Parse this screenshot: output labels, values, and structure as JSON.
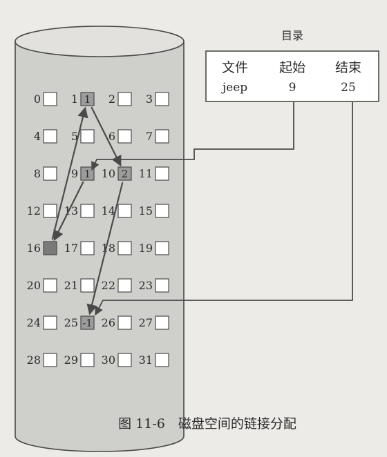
{
  "directory": {
    "title": "目录",
    "headers": [
      "文件",
      "起始",
      "结束"
    ],
    "row": [
      "jeep",
      "9",
      "25"
    ]
  },
  "blocks": [
    {
      "num": "0"
    },
    {
      "num": "1",
      "state": "used",
      "content": "1"
    },
    {
      "num": "2"
    },
    {
      "num": "3"
    },
    {
      "num": "4"
    },
    {
      "num": "5"
    },
    {
      "num": "6"
    },
    {
      "num": "7"
    },
    {
      "num": "8"
    },
    {
      "num": "9",
      "state": "used",
      "content": "1"
    },
    {
      "num": "10",
      "state": "used",
      "content": "2"
    },
    {
      "num": "11"
    },
    {
      "num": "12"
    },
    {
      "num": "13"
    },
    {
      "num": "14"
    },
    {
      "num": "15"
    },
    {
      "num": "16",
      "state": "used-dark"
    },
    {
      "num": "17"
    },
    {
      "num": "18"
    },
    {
      "num": "19"
    },
    {
      "num": "20"
    },
    {
      "num": "21"
    },
    {
      "num": "22"
    },
    {
      "num": "23"
    },
    {
      "num": "24"
    },
    {
      "num": "25",
      "state": "used",
      "content": "-1"
    },
    {
      "num": "26"
    },
    {
      "num": "27"
    },
    {
      "num": "28"
    },
    {
      "num": "29"
    },
    {
      "num": "30"
    },
    {
      "num": "31"
    }
  ],
  "chain": [
    "9",
    "16",
    "1",
    "10",
    "25"
  ],
  "caption": "图 11-6　磁盘空间的链接分配",
  "colors": {
    "background": "#ecebe7",
    "cylinder": "#cfcfcc",
    "line": "#4a4a4a",
    "box_fill": "#ffffff",
    "used_fill": "#9c9c9c",
    "used_dark_fill": "#7a7a7a"
  }
}
